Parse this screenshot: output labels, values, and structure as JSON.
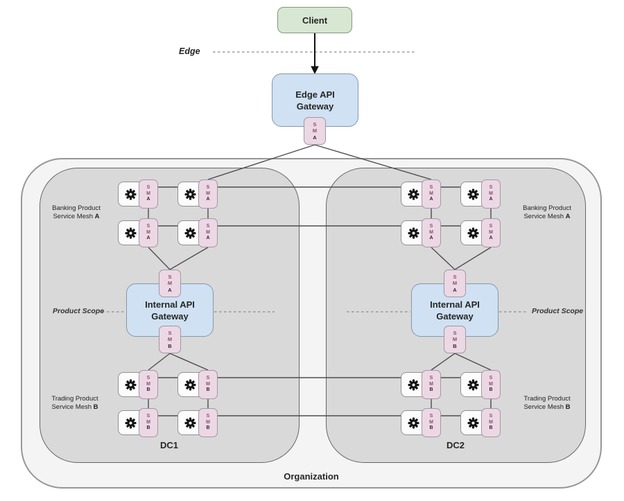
{
  "client": {
    "label": "Client"
  },
  "edge_boundary": {
    "label": "Edge"
  },
  "edge_gateway": {
    "label_line1": "Edge API",
    "label_line2": "Gateway"
  },
  "internal_gateway": {
    "label_line1": "Internal API",
    "label_line2": "Gateway"
  },
  "sidecars": {
    "mesh_a": [
      "S",
      "M",
      "A"
    ],
    "mesh_b": [
      "S",
      "M",
      "B"
    ]
  },
  "mesh_labels": {
    "banking": {
      "line1": "Banking Product",
      "line2_prefix": "Service Mesh ",
      "line2_bold": "A"
    },
    "trading": {
      "line1": "Trading Product",
      "line2_prefix": "Service Mesh ",
      "line2_bold": "B"
    }
  },
  "scopes": {
    "product_scope": "Product Scope"
  },
  "datacenters": [
    {
      "label": "DC1"
    },
    {
      "label": "DC2"
    }
  ],
  "organization": {
    "label": "Organization"
  },
  "colors": {
    "client_fill": "#d7e7d2",
    "client_border": "#81987a",
    "gateway_fill": "#cfe1f2",
    "gateway_border": "#8498aa",
    "sidecar_fill": "#ebd8e4",
    "sidecar_border": "#a595a3",
    "sidecar_letter": "#8e4e6c",
    "sidecar_letter_last": "#3a1c30",
    "service_fill": "#fcfcfc",
    "service_border": "#909090",
    "dc_fill": "#d9d9d9",
    "dc_border": "#666666",
    "org_fill": "#f4f4f4",
    "org_border": "#969696",
    "wire": "#4d4d4d",
    "dashed_line": "#8a8a8a"
  }
}
